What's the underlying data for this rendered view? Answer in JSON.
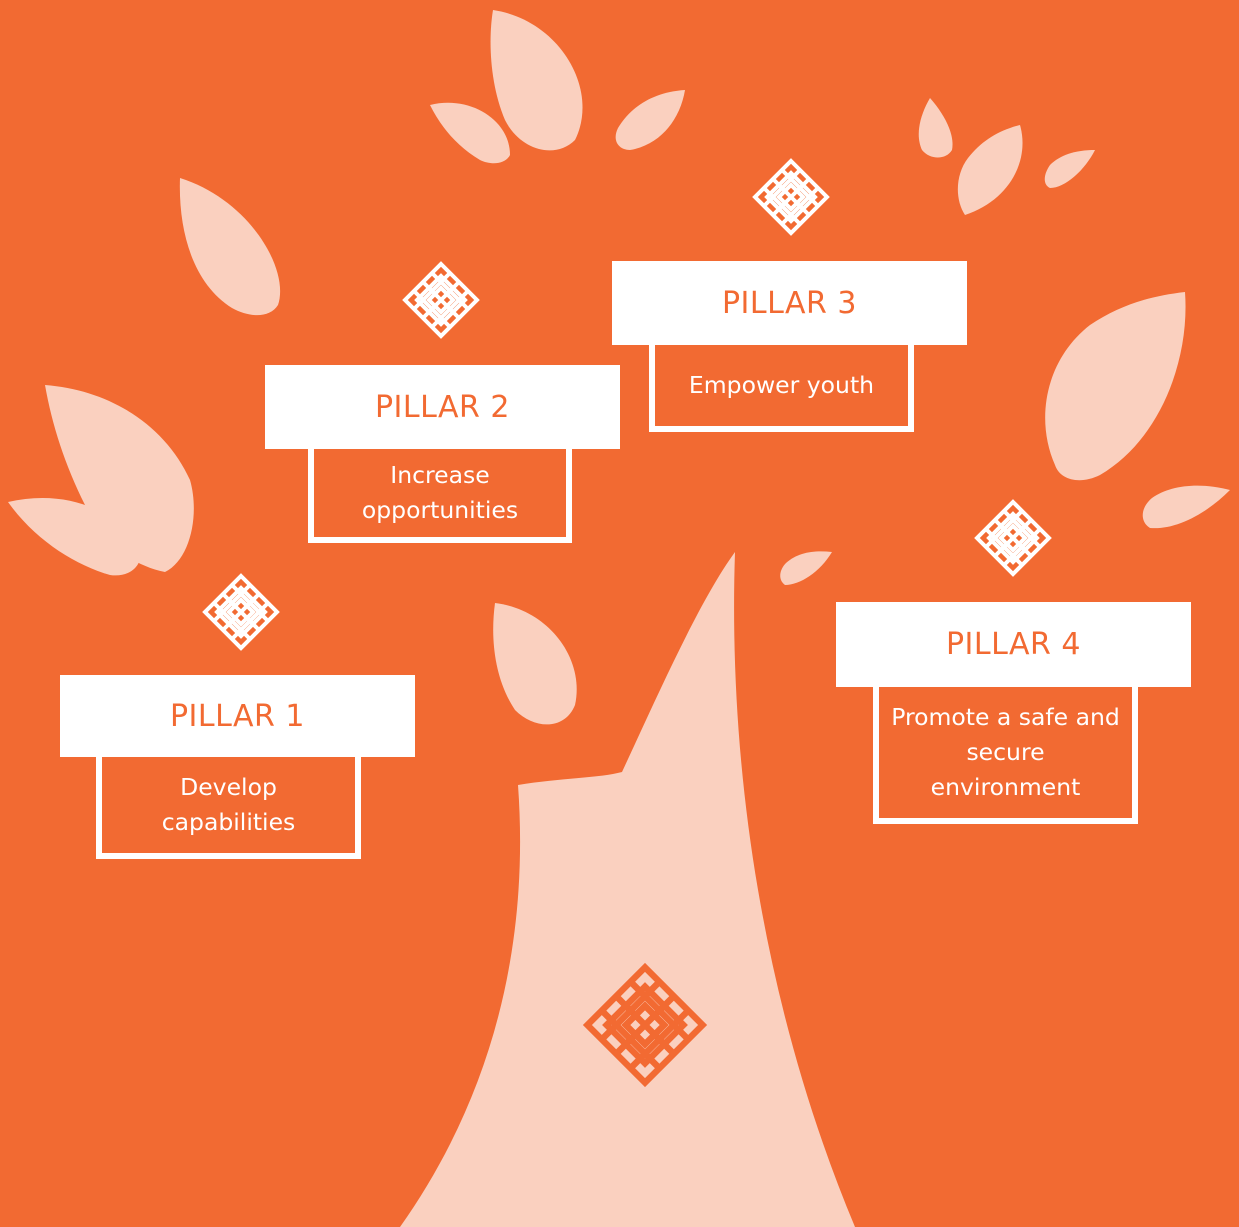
{
  "colors": {
    "background": "#f26a32",
    "leaf": "#fad0bf",
    "box": "#ffffff",
    "title_text": "#f26a32",
    "body_text": "#ffffff"
  },
  "icons": {
    "knot": "endless-knot-icon"
  },
  "pillars": [
    {
      "title": "PILLAR 1",
      "line1": "Develop",
      "line2": "capabilities",
      "line3": ""
    },
    {
      "title": "PILLAR 2",
      "line1": "Increase",
      "line2": "opportunities",
      "line3": ""
    },
    {
      "title": "PILLAR 3",
      "line1": "Empower youth",
      "line2": "",
      "line3": ""
    },
    {
      "title": "PILLAR 4",
      "line1": "Promote a safe and",
      "line2": "secure",
      "line3": "environment"
    }
  ]
}
